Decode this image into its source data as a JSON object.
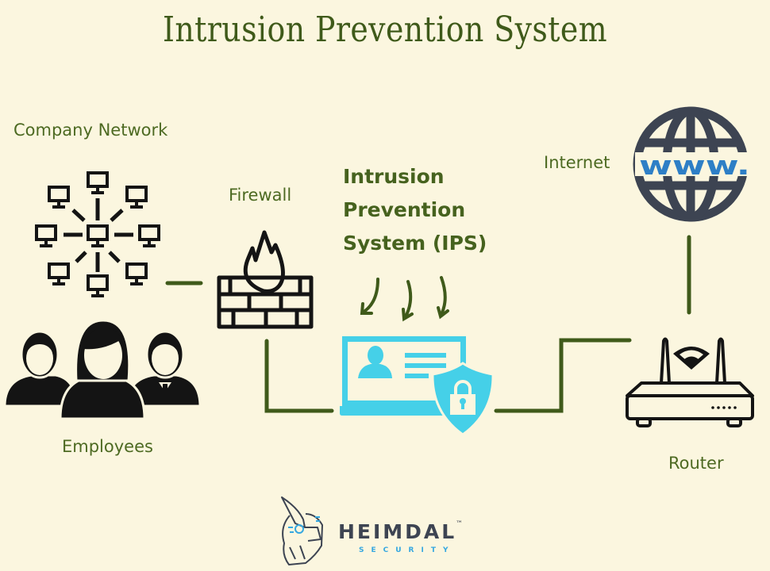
{
  "title": "Intrusion Prevention System",
  "nodes": {
    "company_network": {
      "label": "Company Network",
      "icon": "network-icon"
    },
    "employees": {
      "label": "Employees",
      "icon": "employees-icon"
    },
    "firewall": {
      "label": "Firewall",
      "icon": "firewall-icon"
    },
    "ips": {
      "label_lines": [
        "Intrusion",
        "Prevention",
        "System (IPS)"
      ],
      "icon": "ips-laptop-shield-icon"
    },
    "internet": {
      "label": "Internet",
      "icon": "www-globe-icon",
      "globe_text": "www."
    },
    "router": {
      "label": "Router",
      "icon": "router-icon"
    }
  },
  "connections": [
    {
      "from": "company_network",
      "to": "firewall"
    },
    {
      "from": "firewall",
      "to": "ips"
    },
    {
      "from": "ips",
      "to": "router"
    },
    {
      "from": "router",
      "to": "internet"
    }
  ],
  "logo": {
    "name": "HEIMDAL",
    "trademark": "™",
    "tagline": "SECURITY"
  },
  "colors": {
    "background": "#fbf6df",
    "text_green": "#46621e",
    "connector": "#3f5a1a",
    "icon_black": "#141414",
    "ips_cyan": "#45d0e8",
    "globe_gray": "#3d4452",
    "www_blue": "#2e7fc6"
  }
}
